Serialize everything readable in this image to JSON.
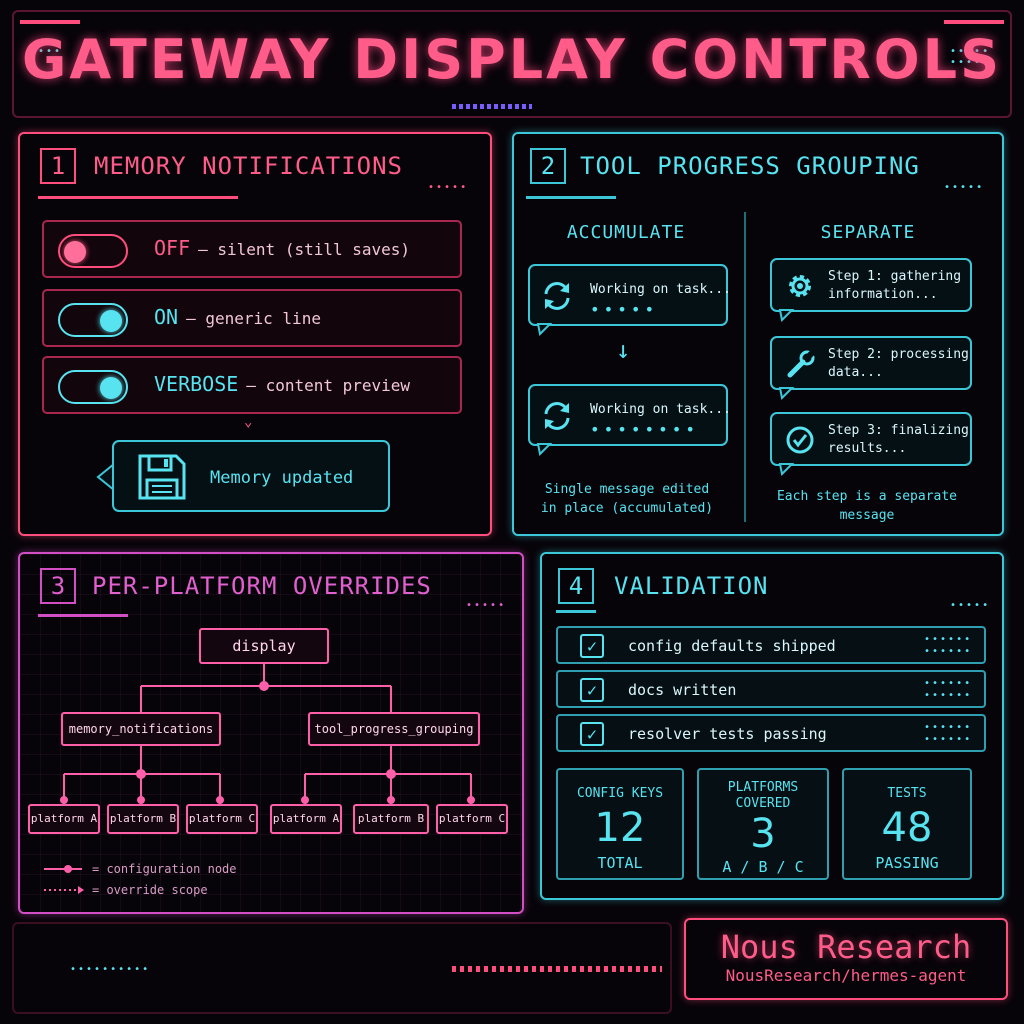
{
  "title": "GATEWAY DISPLAY CONTROLS",
  "memory": {
    "number": "1",
    "title": "MEMORY NOTIFICATIONS",
    "options": [
      {
        "label": "OFF",
        "desc": "— silent (still saves)",
        "state": "off"
      },
      {
        "label": "ON",
        "desc": "— generic line",
        "state": "on"
      },
      {
        "label": "VERBOSE",
        "desc": "— content preview",
        "state": "on"
      }
    ],
    "notification": "Memory updated",
    "colors": {
      "accent": "#ff5c8a",
      "on": "#57e3f0"
    }
  },
  "grouping": {
    "number": "2",
    "title": "TOOL PROGRESS GROUPING",
    "accumulate": {
      "heading": "ACCUMULATE",
      "messages": [
        {
          "text": "Working on task...",
          "dots": "•••••"
        },
        {
          "text": "Working on task...",
          "dots": "••••••••"
        }
      ],
      "caption": [
        "Single message edited",
        "in place (accumulated)"
      ]
    },
    "separate": {
      "heading": "SEPARATE",
      "steps": [
        {
          "icon": "gear-icon",
          "lines": [
            "Step 1: gathering",
            "information..."
          ]
        },
        {
          "icon": "wrench-icon",
          "lines": [
            "Step 2: processing",
            "data..."
          ]
        },
        {
          "icon": "check-circle-icon",
          "lines": [
            "Step 3: finalizing",
            "results..."
          ]
        }
      ],
      "caption": [
        "Each step is a separate",
        "message"
      ]
    }
  },
  "overrides": {
    "number": "3",
    "title": "PER-PLATFORM OVERRIDES",
    "root": "display",
    "branches": [
      "memory_notifications",
      "tool_progress_grouping"
    ],
    "leaves": [
      "platform A",
      "platform B",
      "platform C",
      "platform A",
      "platform B",
      "platform C"
    ],
    "legend": [
      "= configuration node",
      "= override scope"
    ]
  },
  "validation": {
    "number": "4",
    "title": "VALIDATION",
    "checks": [
      "config defaults shipped",
      "docs written",
      "resolver tests passing"
    ],
    "stats": [
      {
        "label": [
          "CONFIG KEYS"
        ],
        "value": "12",
        "foot": "TOTAL"
      },
      {
        "label": [
          "PLATFORMS",
          "COVERED"
        ],
        "value": "3",
        "foot": "A / B / C"
      },
      {
        "label": [
          "TESTS"
        ],
        "value": "48",
        "foot": "PASSING"
      }
    ]
  },
  "brand": {
    "name": "Nous Research",
    "repo": "NousResearch/hermes-agent"
  }
}
